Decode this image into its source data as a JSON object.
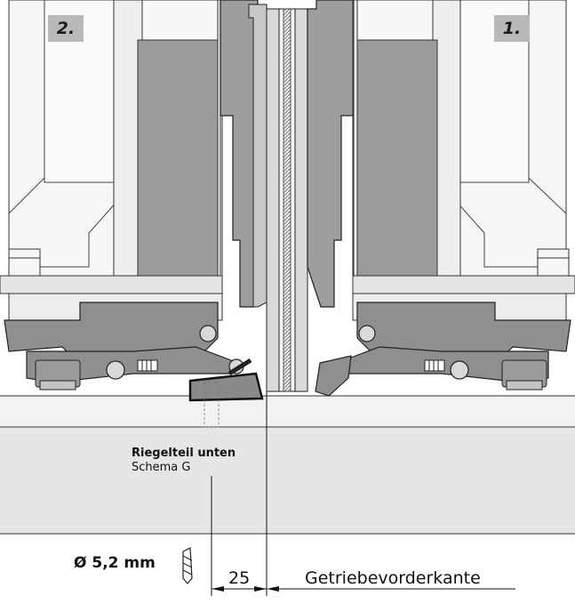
{
  "panels": {
    "left_number": "2.",
    "right_number": "1."
  },
  "part": {
    "title": "Riegelteil unten",
    "subtitle": "Schema G"
  },
  "drill": {
    "label": "Ø 5,2 mm",
    "icon": "drill-bit-icon"
  },
  "dimension": {
    "value": "25",
    "edge_label": "Getriebevorderkante"
  }
}
